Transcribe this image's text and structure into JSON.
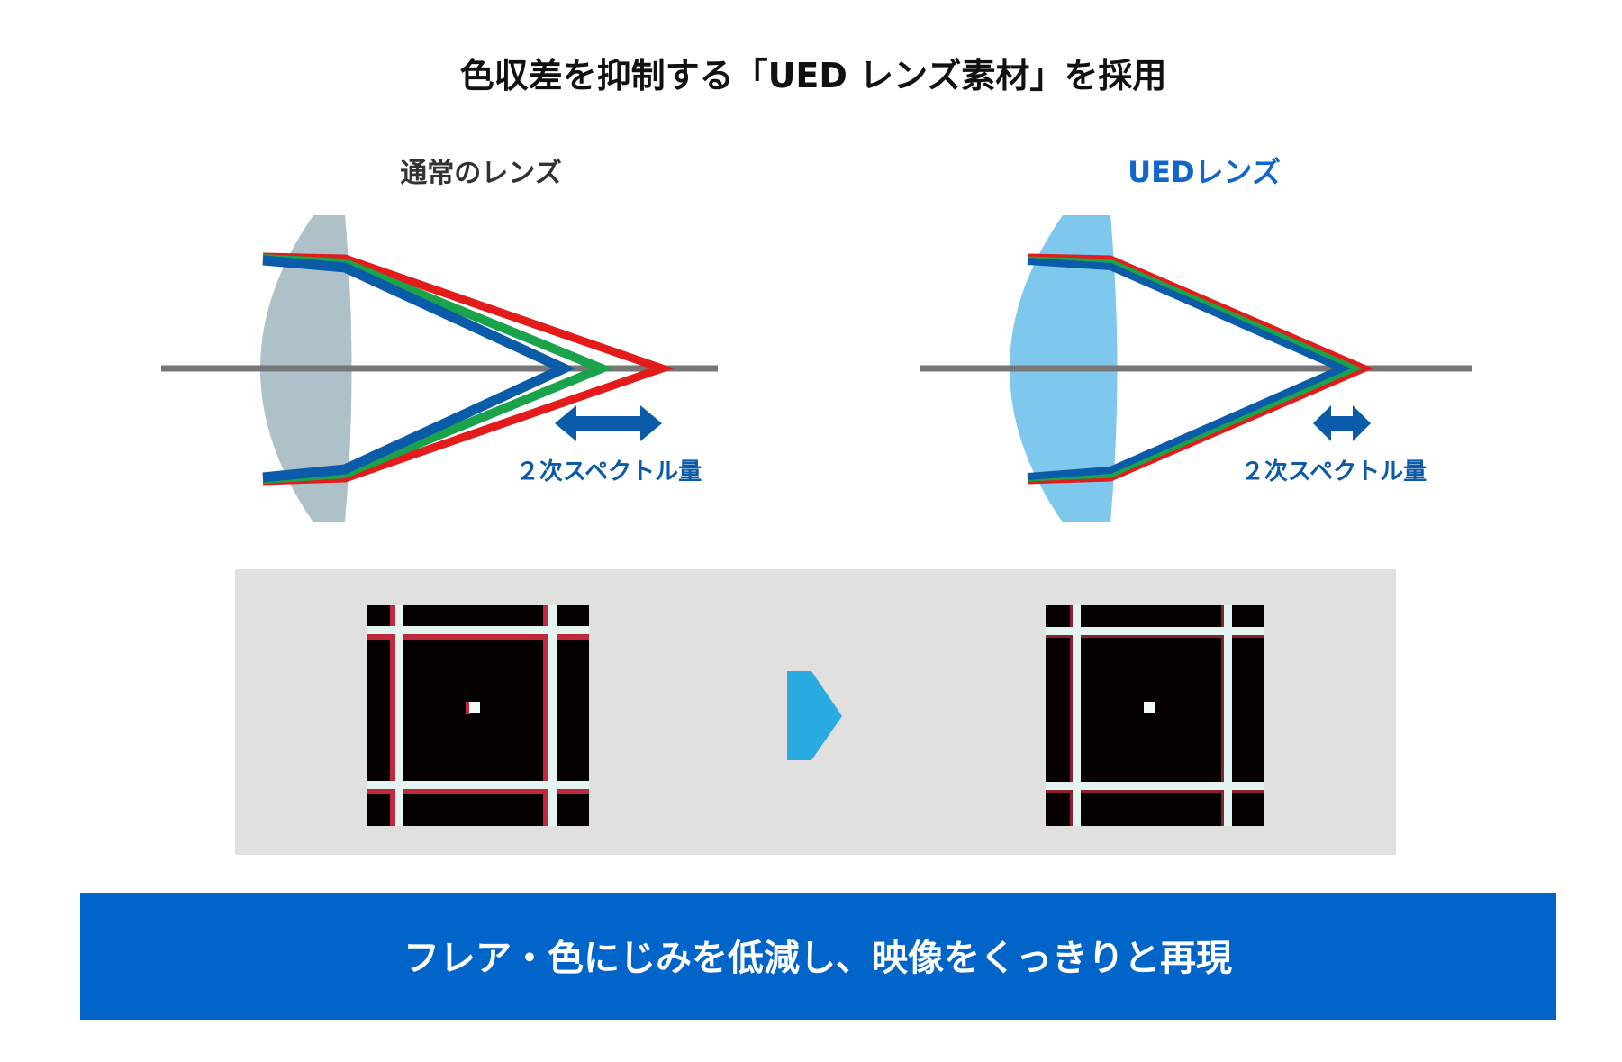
{
  "title": "色収差を抑制する「UED レンズ素材」を採用",
  "left": {
    "heading": "通常のレンズ",
    "label": "２次スペクトル量"
  },
  "right": {
    "heading": "UEDレンズ",
    "label": "２次スペクトル量"
  },
  "banner": "フレア・色にじみを低減し、映像をくっきりと再現",
  "colors": {
    "accent": "#0064c8",
    "heading_blue": "#1166cc",
    "label_blue": "#0a5aa8",
    "lens_normal": "#aec0c8",
    "lens_ued": "#7dc8ec",
    "arrow": "#29aae1",
    "panel": "#e0e0de"
  }
}
